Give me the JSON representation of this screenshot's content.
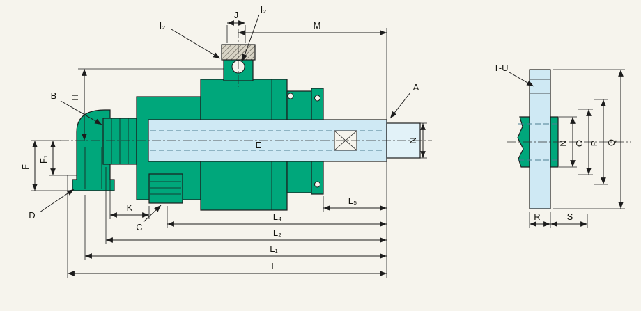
{
  "drawing_type": "rotary-joint-cross-section-engineering-drawing",
  "colors": {
    "body_green": "#00a77b",
    "shaft_blue": "#cfe9f4",
    "shaft_tip_blue": "#e2f2f8",
    "plug_hatch": "#d8d4c6",
    "line": "#1c1c1c",
    "background": "#f6f4ed"
  },
  "left": {
    "labels": {
      "i2_left": "I₂",
      "j": "J",
      "i2_right": "I₂",
      "m": "M",
      "a": "A",
      "h": "H",
      "b": "B",
      "f": "F",
      "f1": "F₁",
      "d": "D",
      "k": "K",
      "c": "C",
      "e": "E",
      "n": "N",
      "l5": "L₅",
      "l4": "L₄",
      "l2": "L₂",
      "l1": "L₁",
      "l": "L"
    }
  },
  "right": {
    "labels": {
      "t_u": "T-U",
      "n": "N",
      "o": "O",
      "p": "P",
      "q": "Q",
      "r": "R",
      "s": "S"
    }
  }
}
